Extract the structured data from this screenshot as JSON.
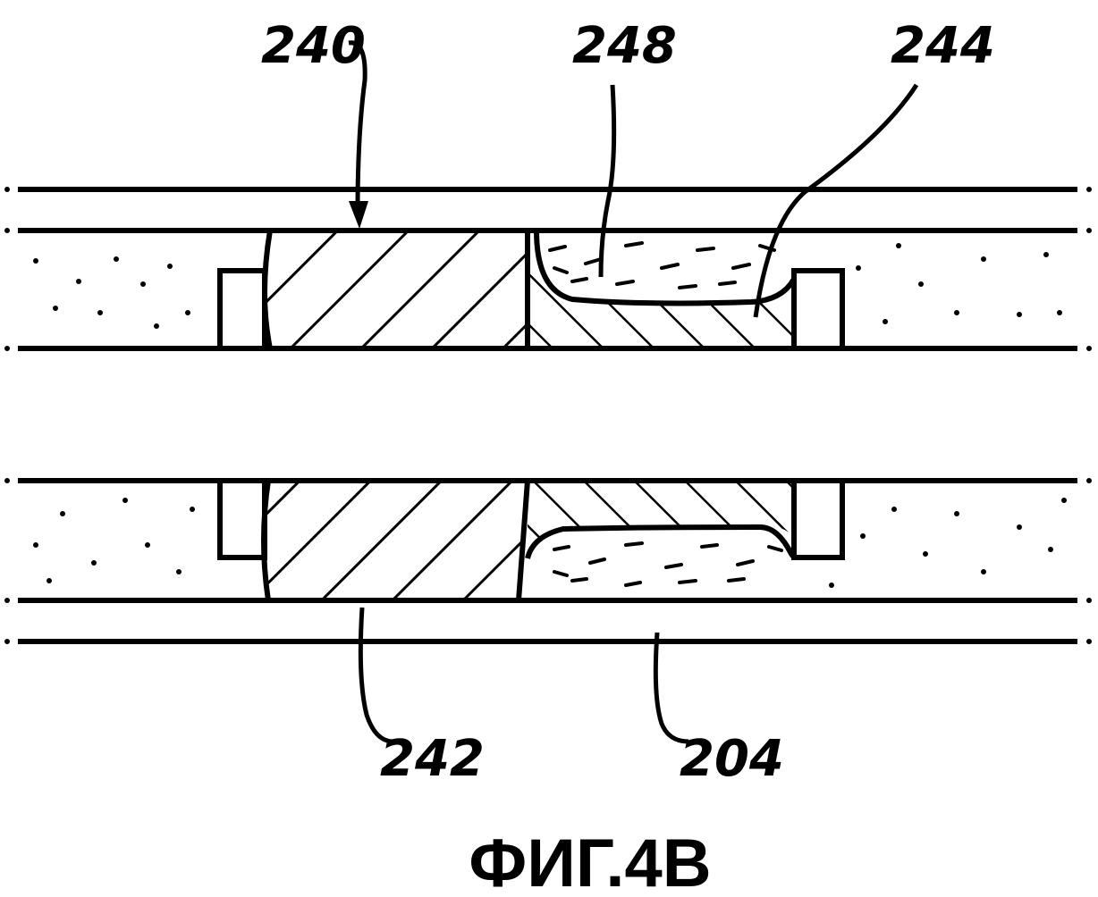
{
  "figure": {
    "caption": "ФИГ.4В",
    "labels": {
      "l240": "240",
      "l248": "248",
      "l244": "244",
      "l242": "242",
      "l204": "204"
    }
  },
  "colors": {
    "ink": "#000000",
    "paper": "#ffffff"
  }
}
